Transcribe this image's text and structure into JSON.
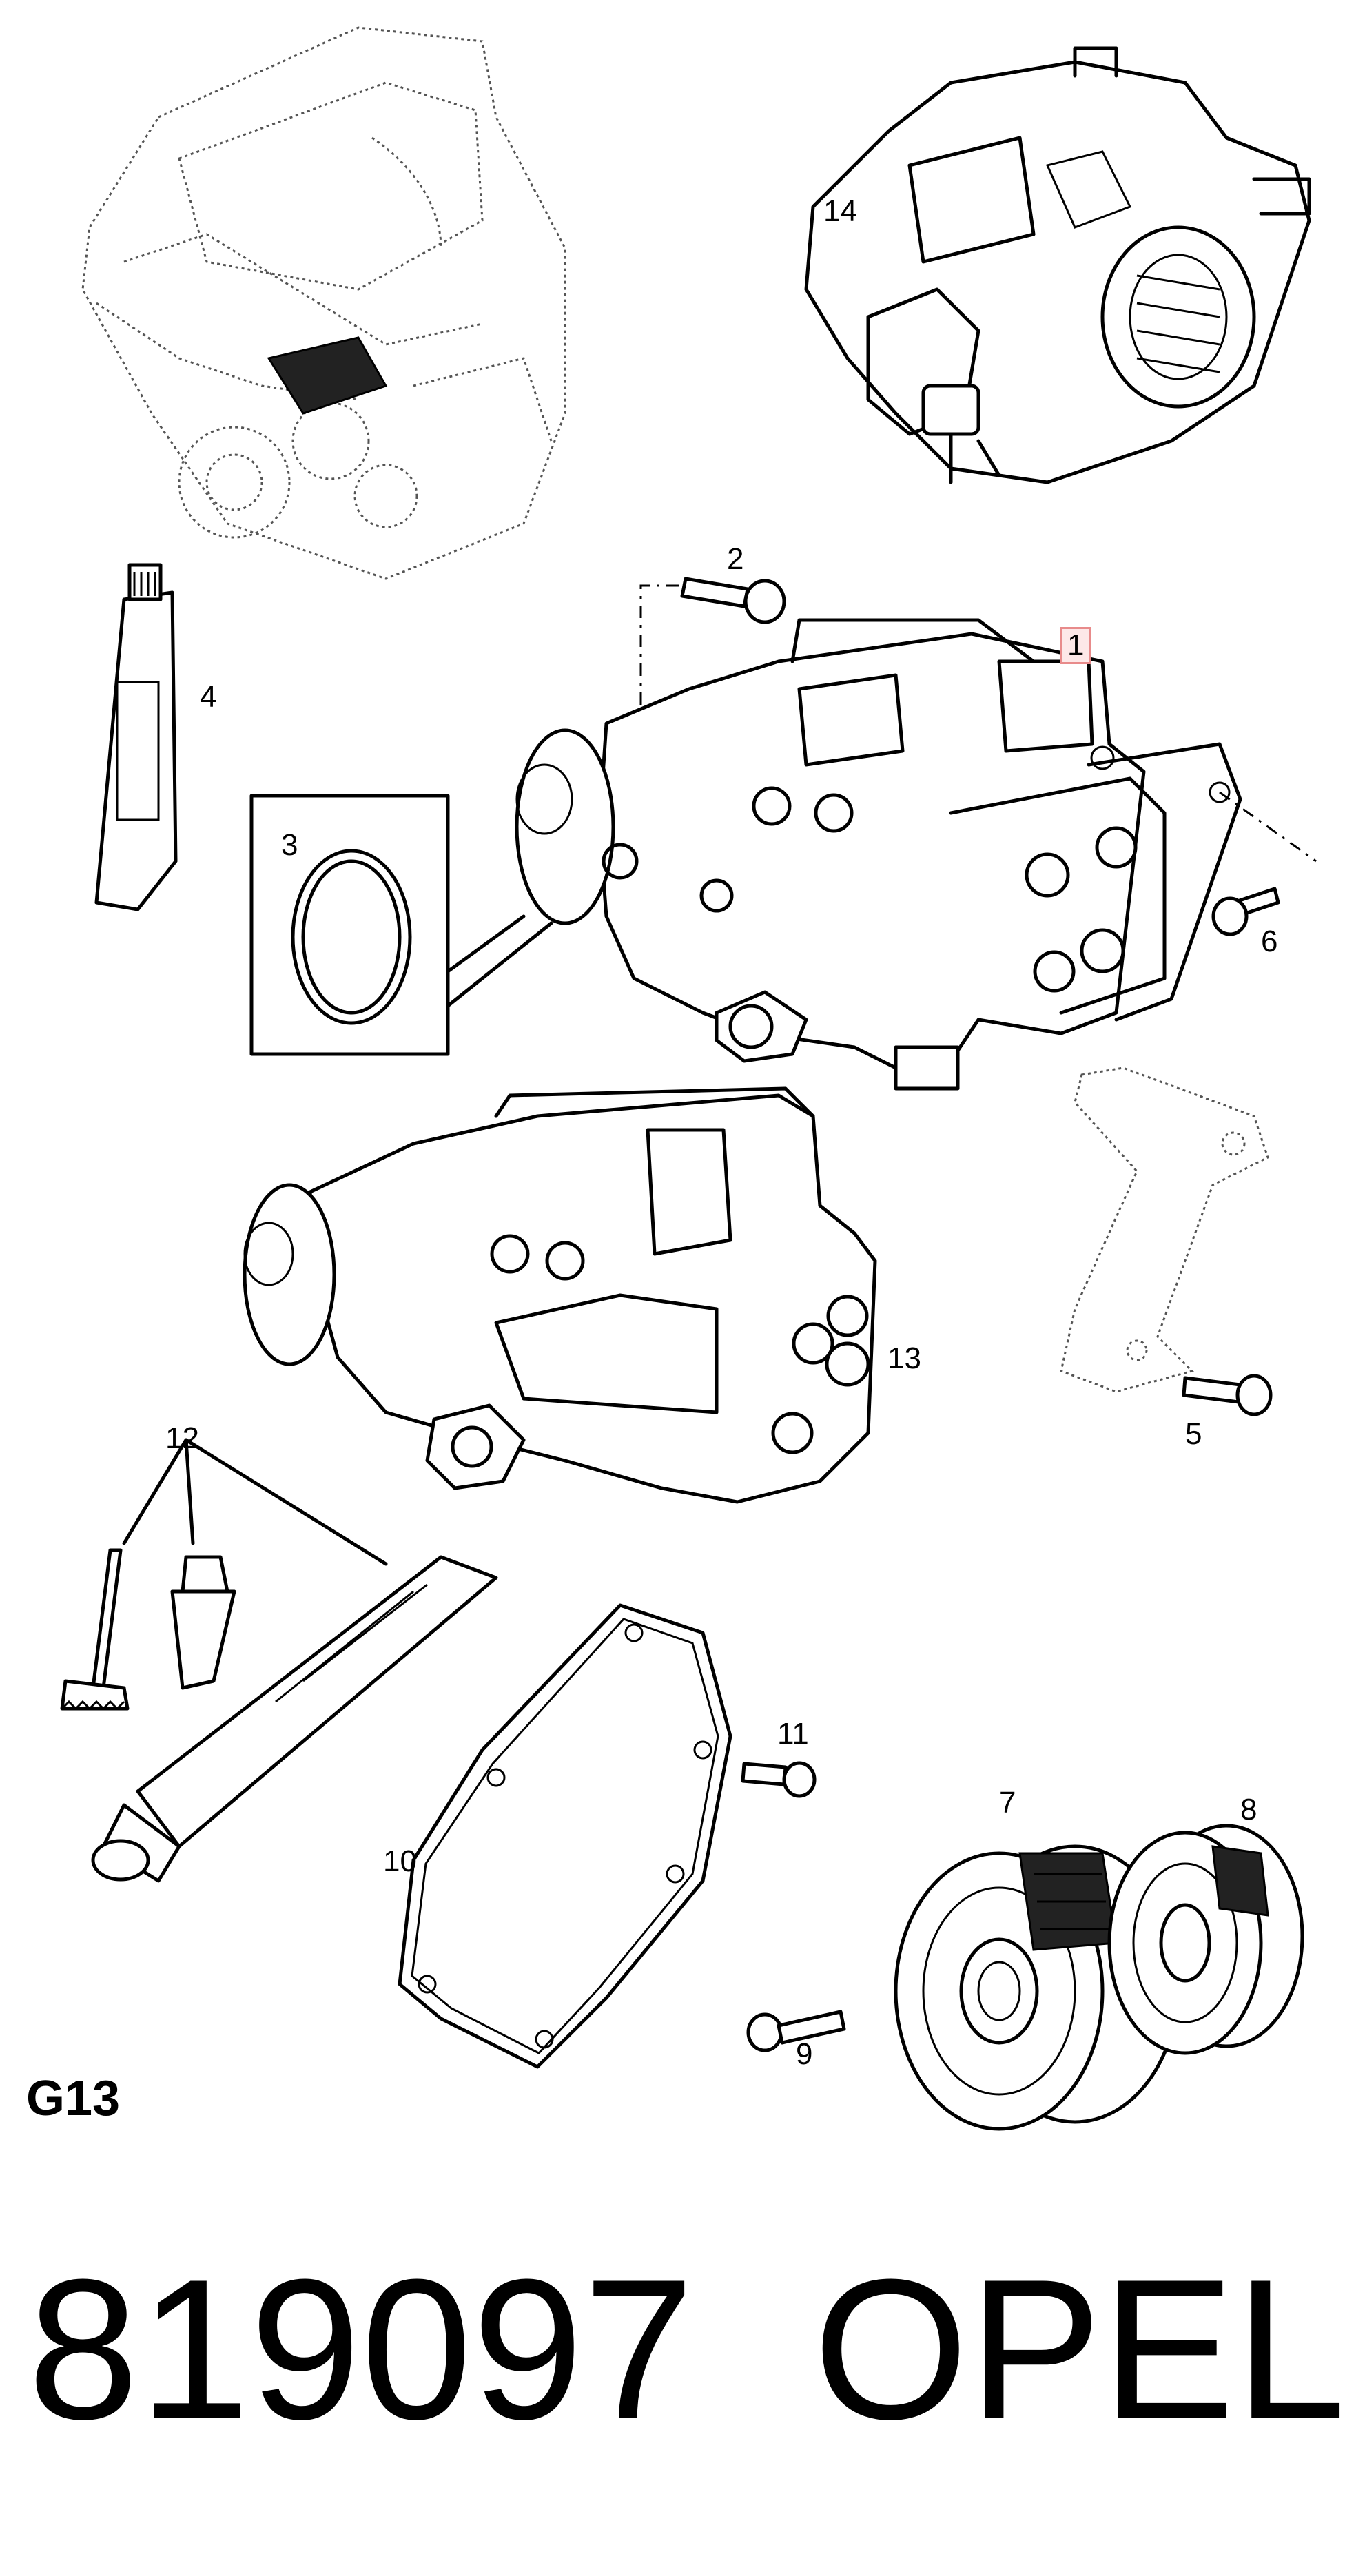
{
  "diagram": {
    "callouts": [
      "1",
      "2",
      "3",
      "4",
      "5",
      "6",
      "7",
      "8",
      "9",
      "10",
      "11",
      "12",
      "13",
      "14"
    ],
    "section_code": "G13",
    "part_number": "819097",
    "brand": "OPEL",
    "highlight_color": "#e88b8b"
  }
}
